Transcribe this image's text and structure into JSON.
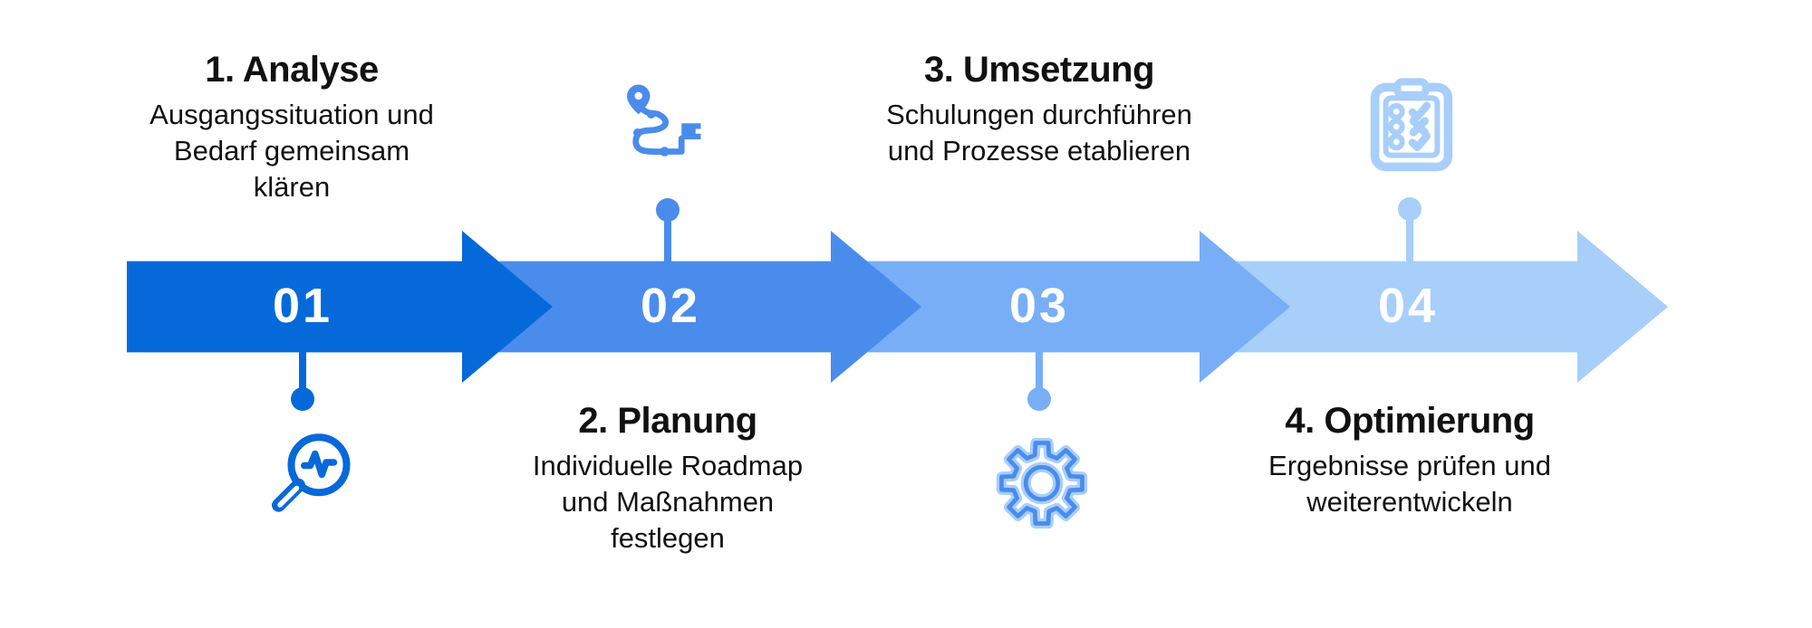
{
  "diagram": {
    "background_color": "#FFFFFF",
    "text_color": "#111111",
    "number_color": "#FFFFFF",
    "steps": [
      {
        "number": "01",
        "title": "1. Analyse",
        "description": "Ausgangssituation und\nBedarf gemeinsam\nklären",
        "icon": "magnifier-pulse-icon",
        "color": "#0669D9"
      },
      {
        "number": "02",
        "title": "2. Planung",
        "description": "Individuelle Roadmap\nund Maßnahmen\nfestlegen",
        "icon": "route-flag-icon",
        "color": "#4A8CEC"
      },
      {
        "number": "03",
        "title": "3. Umsetzung",
        "description": "Schulungen durchführen\nund Prozesse etablieren",
        "icon": "gear-icon",
        "color": "#77AEF6"
      },
      {
        "number": "04",
        "title": "4. Optimierung",
        "description": "Ergebnisse prüfen und\nweiterentwickeln",
        "icon": "checklist-clipboard-icon",
        "color": "#A8CEFA"
      }
    ]
  }
}
